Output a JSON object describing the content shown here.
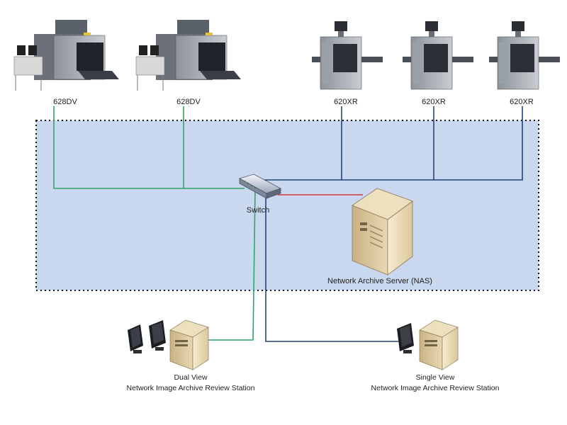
{
  "devices": {
    "xray_628dv": [
      "628DV",
      "628DV"
    ],
    "xray_620xr": [
      "620XR",
      "620XR",
      "620XR"
    ]
  },
  "network": {
    "switch_label": "Switch",
    "server_label": "Network Archive Server (NAS)"
  },
  "stations": {
    "dual": {
      "line1": "Dual View",
      "line2": "Network Image Archive Review Station"
    },
    "single": {
      "line1": "Single View",
      "line2": "Network Image Archive Review Station"
    }
  },
  "colors": {
    "network_zone": "#c9d8ee",
    "green_link": "#2fa566",
    "blue_link": "#23457a",
    "red_link": "#d23a3a"
  }
}
